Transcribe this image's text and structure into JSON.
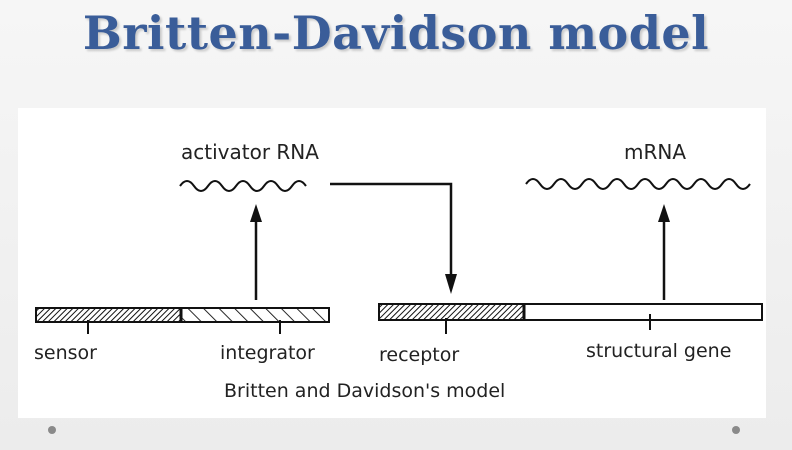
{
  "slide": {
    "title": "Britten-Davidson model"
  },
  "diagram": {
    "labels": {
      "activator_rna": "activator RNA",
      "mrna": "mRNA",
      "sensor": "sensor",
      "integrator": "integrator",
      "receptor": "receptor",
      "structural_gene": "structural gene",
      "caption": "Britten and Davidson's  model"
    }
  }
}
